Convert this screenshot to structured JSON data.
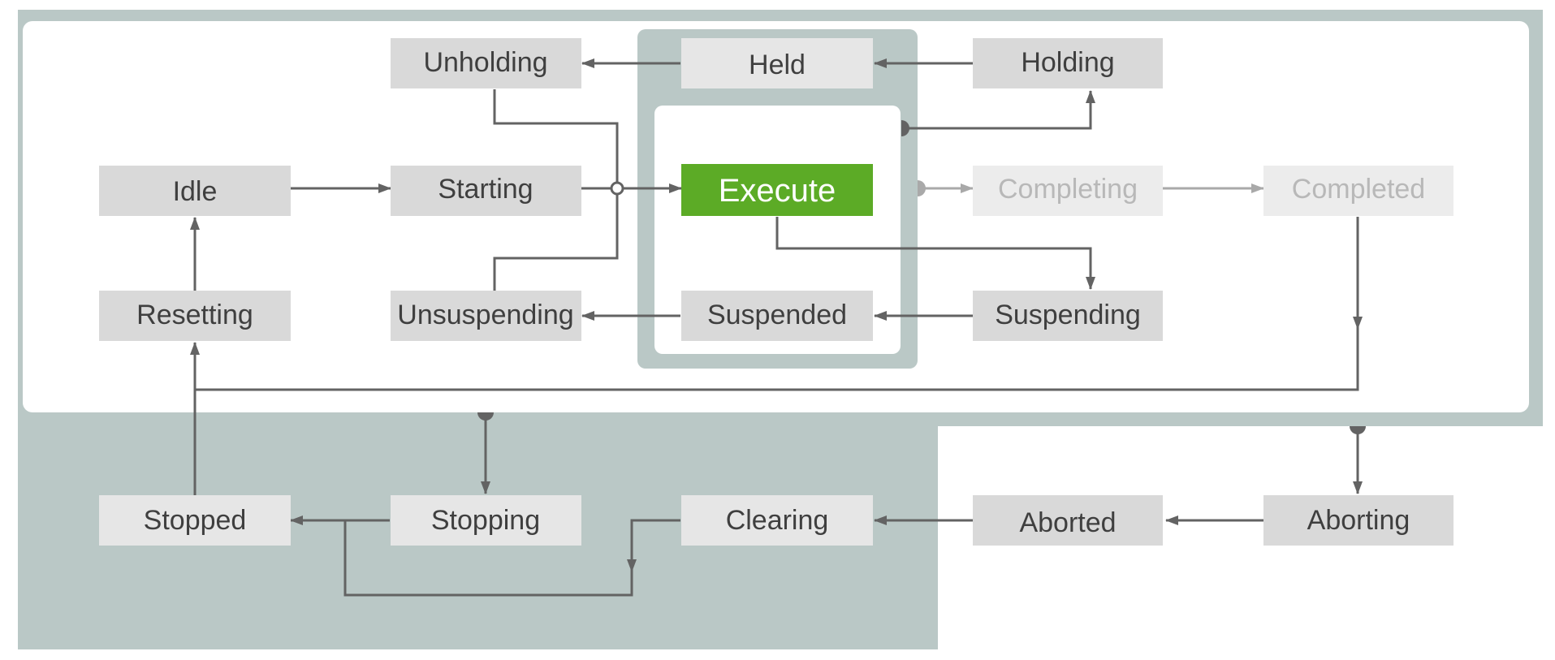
{
  "colors": {
    "frame": "#bac8c6",
    "panel": "#ffffff",
    "box": "#d9d9d9",
    "box_light": "#e6e6e6",
    "box_faded": "#ececec",
    "text": "#3f3f3f",
    "text_faded": "#b8b8b8",
    "execute": "#5cab26",
    "execute_text": "#ffffff",
    "arrow": "#636363",
    "arrow_faded": "#a9a9a9"
  },
  "states": {
    "idle": "Idle",
    "starting": "Starting",
    "execute": "Execute",
    "completing": "Completing",
    "completed": "Completed",
    "resetting": "Resetting",
    "unsuspending": "Unsuspending",
    "suspended": "Suspended",
    "suspending": "Suspending",
    "unholding": "Unholding",
    "held": "Held",
    "holding": "Holding",
    "stopped": "Stopped",
    "stopping": "Stopping",
    "clearing": "Clearing",
    "aborted": "Aborted",
    "aborting": "Aborting"
  }
}
